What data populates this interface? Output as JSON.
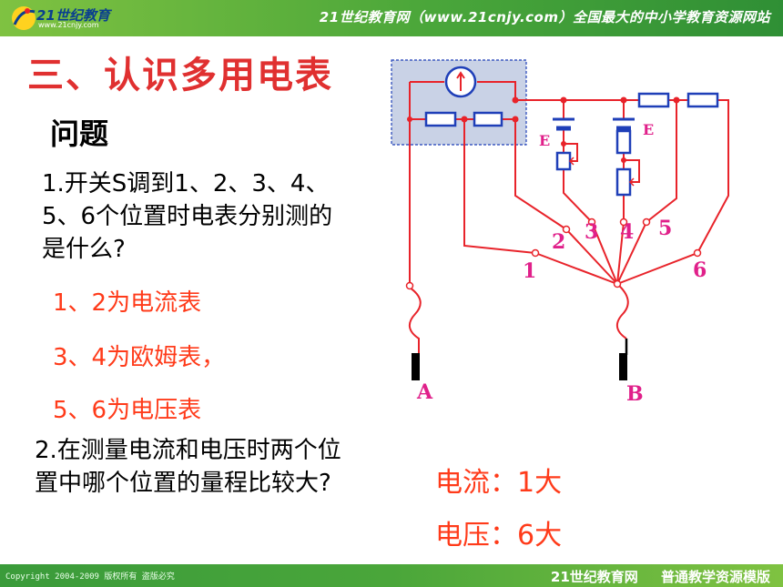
{
  "header": {
    "logo_text": "21世纪教育",
    "logo_url": "www.21cnjy.com",
    "slogan": "21世纪教育网（www.21cnjy.com）全国最大的中小学教育资源网站"
  },
  "slide": {
    "title": "三、认识多用电表",
    "section_label": "问题",
    "question1": "1.开关S调到1、2、3、4、5、6个位置时电表分别测的是什么?",
    "answers": [
      "1、2为电流表",
      "3、4为欧姆表，",
      "5、6为电压表"
    ],
    "question2": "2.在测量电流和电压时两个位置中哪个位置的量程比较大?",
    "answers2": [
      "电流：1大",
      "电压：6大"
    ]
  },
  "diagram": {
    "switch_positions": [
      "1",
      "2",
      "3",
      "4",
      "5",
      "6"
    ],
    "battery_labels": [
      "E",
      "E"
    ],
    "probe_labels": [
      "A",
      "B"
    ],
    "colors": {
      "wire": "#e8232a",
      "component": "#1f3fb8",
      "label": "#e0208a",
      "box_fill": "#c9d2e6"
    }
  },
  "footer": {
    "copyright": "Copyright 2004-2009 版权所有 盗版必究",
    "brand": "21世纪教育网 普通教学资源模版"
  }
}
